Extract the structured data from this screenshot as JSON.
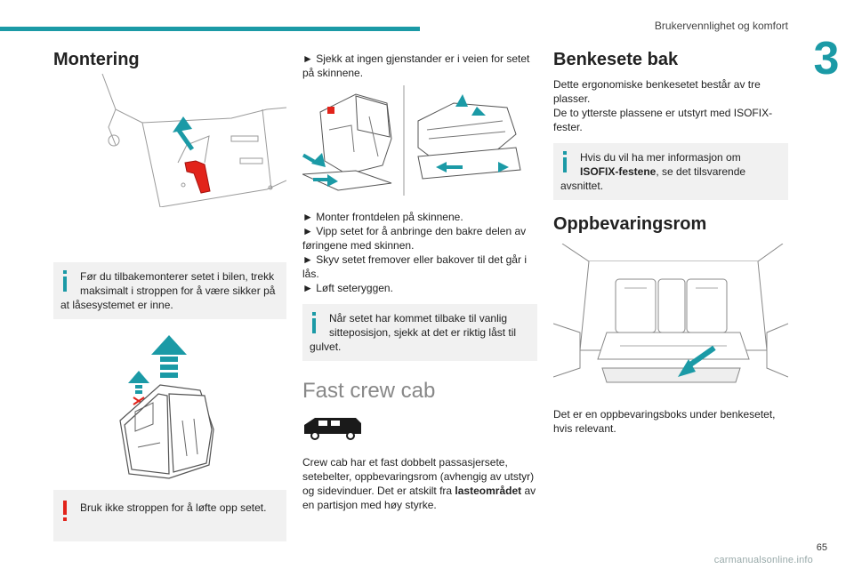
{
  "header": {
    "title": "Brukervennlighet og komfort",
    "chapter": "3"
  },
  "footer": {
    "page_number": "65",
    "watermark": "carmanualsonline.info"
  },
  "col1": {
    "heading": "Montering",
    "info_line1": "Før du tilbakemonterer setet i bilen, trekk maksimalt i stroppen for å være sikker på",
    "info_line2": "at låsesystemet er inne.",
    "warning_text": "Bruk ikke stroppen for å løfte opp setet."
  },
  "col2": {
    "bullet1": "Sjekk at ingen gjenstander er i veien for setet på skinnene.",
    "bullet2": "Monter frontdelen på skinnene.",
    "bullet3": "Vipp setet for å anbringe den bakre delen av føringene med skinnen.",
    "bullet4": "Skyv setet fremover eller bakover til det går i lås.",
    "bullet5": "Løft seteryggen.",
    "info_line1": "Når setet har kommet tilbake til vanlig sitteposisjon, sjekk at det er riktig låst til",
    "info_line2": "gulvet.",
    "section_heading": "Fast crew cab",
    "crew_text_before": "Crew cab har et fast dobbelt passasjersete, setebelter, oppbevaringsrom (avhengig av utstyr) og sidevinduer. Det er atskilt fra ",
    "crew_text_bold": "lasteområdet",
    "crew_text_after": " av en partisjon med høy styrke."
  },
  "col3": {
    "heading1": "Benkesete bak",
    "para1": "Dette ergonomiske benkesetet består av tre plasser.",
    "para2": "De to ytterste plassene er utstyrt med ISOFIX-fester.",
    "info_line1_before": "Hvis du vil ha mer informasjon om ",
    "info_bold": "ISOFIX-festene",
    "info_line1_after": ", se det tilsvarende",
    "info_line2": "avsnittet.",
    "heading2": "Oppbevaringsrom",
    "para3": "Det er en oppbevaringsboks under benkesetet, hvis relevant."
  },
  "colors": {
    "accent": "#1b9aa6",
    "warning": "#e2231a",
    "info_bg": "#f1f1f1"
  }
}
